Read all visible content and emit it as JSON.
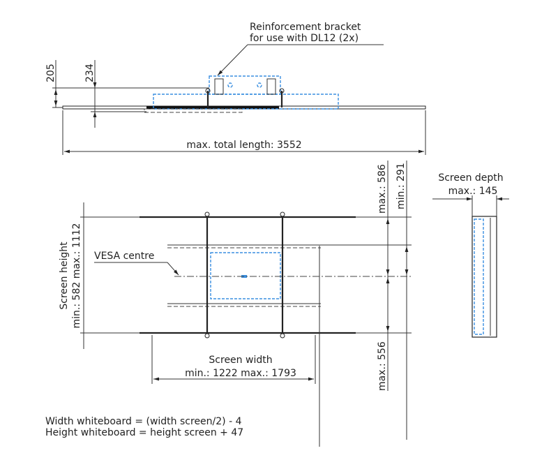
{
  "top_view": {
    "callout_line1": "Reinforcement bracket",
    "callout_line2": "for use with DL12 (2x)",
    "dim_205": "205",
    "dim_234": "234",
    "total_length": "max. total length: 3552"
  },
  "front_view": {
    "screen_height_label": "Screen height",
    "screen_height_range": "min.: 582 max.: 1112",
    "vesa_label": "VESA centre",
    "screen_width_label": "Screen width",
    "screen_width_range": "min.: 1222 max.: 1793",
    "dim_max_586": "max.: 586",
    "dim_min_291": "min.: 291",
    "dim_max_556": "max.: 556"
  },
  "side_view": {
    "depth_label": "Screen depth",
    "depth_value": "max.: 145"
  },
  "notes": {
    "line1": "Width whiteboard = (width screen/2) - 4",
    "line2": "Height whiteboard = height screen + 47"
  },
  "colors": {
    "hidden_lines": "#3a8fe0",
    "lines": "#222222"
  }
}
